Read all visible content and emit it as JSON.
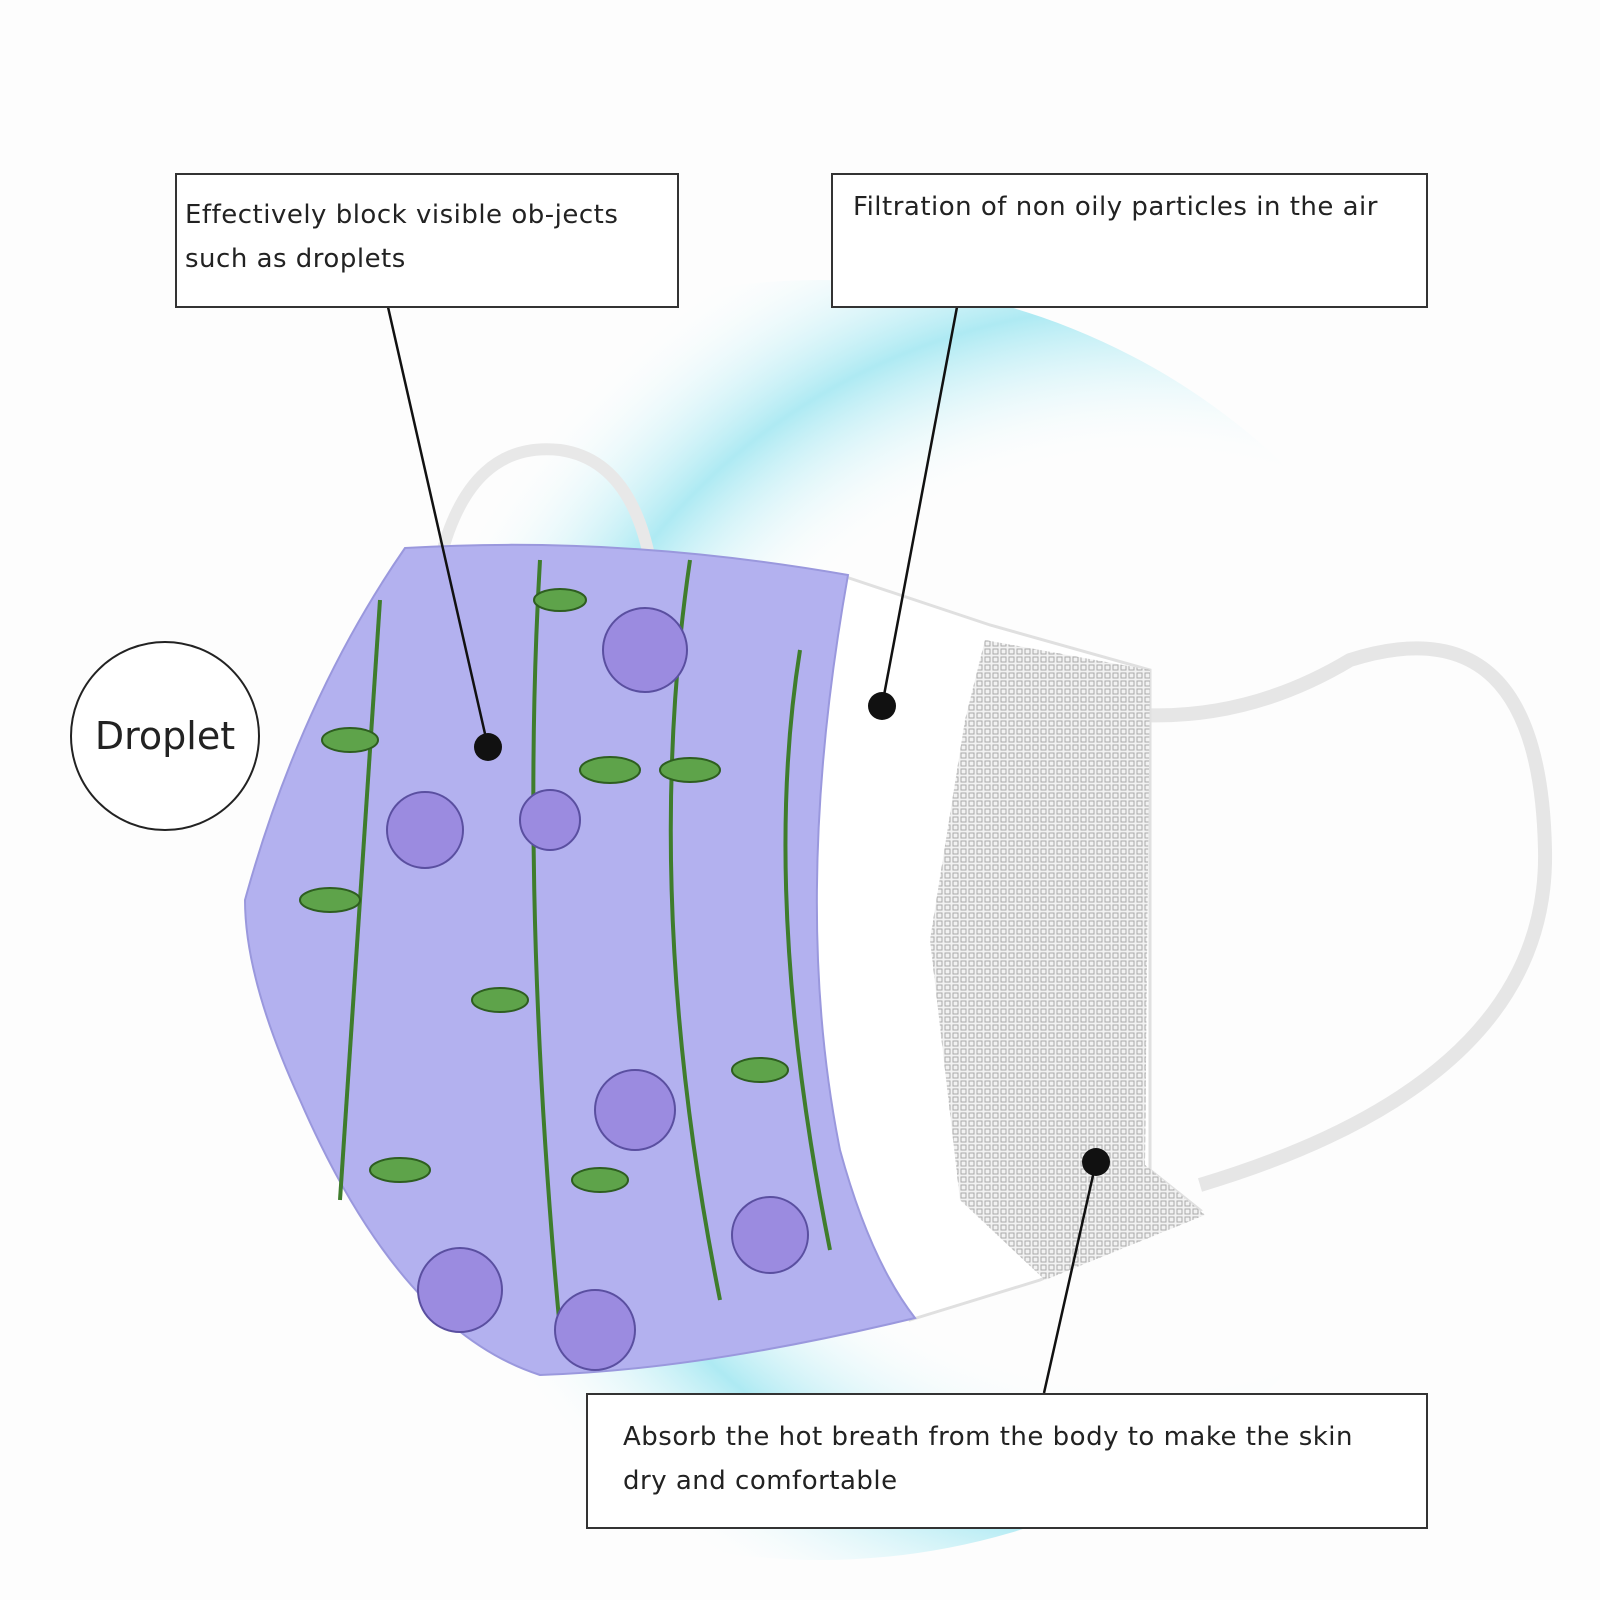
{
  "callouts": {
    "block": "Effectively block visible ob-jects such as droplets",
    "filtration": "Filtration of non oily particles in the air",
    "absorb": "Absorb the hot breath from the body to make the skin dry and comfortable"
  },
  "droplet_label": "Droplet",
  "colors": {
    "mask_purple": "#b3b1ef",
    "leaf_green": "#4f9a3a",
    "flower": "#9b8be0",
    "glow": "#aeeaf3",
    "mesh": "#c9c9c9"
  }
}
